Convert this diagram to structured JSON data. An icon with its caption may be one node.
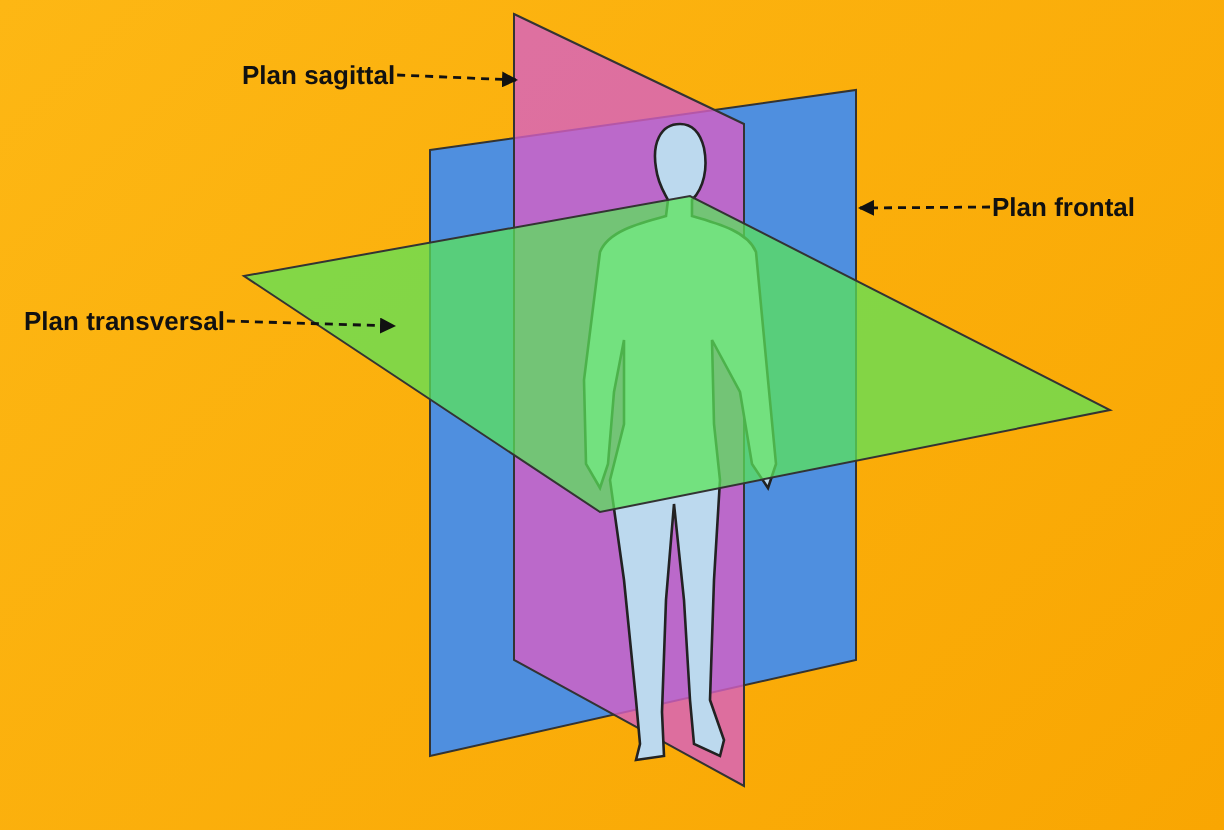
{
  "diagram": {
    "nodes": [
      {
        "text": [
          "Plan sagittal"
        ]
      },
      {
        "text": [
          "Plan frontal"
        ]
      },
      {
        "text": [
          "Plan transversal"
        ]
      },
      {
        "text": [],
        "shape": "picture"
      },
      {
        "text": [],
        "shape": "picture"
      },
      {
        "text": [],
        "shape": "picture"
      }
    ],
    "edges": [
      {
        "from": 0,
        "to": 3,
        "arrow": "to",
        "style": "dashed"
      },
      {
        "from": 1,
        "to": 4,
        "arrow": "to",
        "style": "dashed"
      },
      {
        "from": 2,
        "to": 5,
        "arrow": "to",
        "style": "dashed"
      }
    ]
  }
}
